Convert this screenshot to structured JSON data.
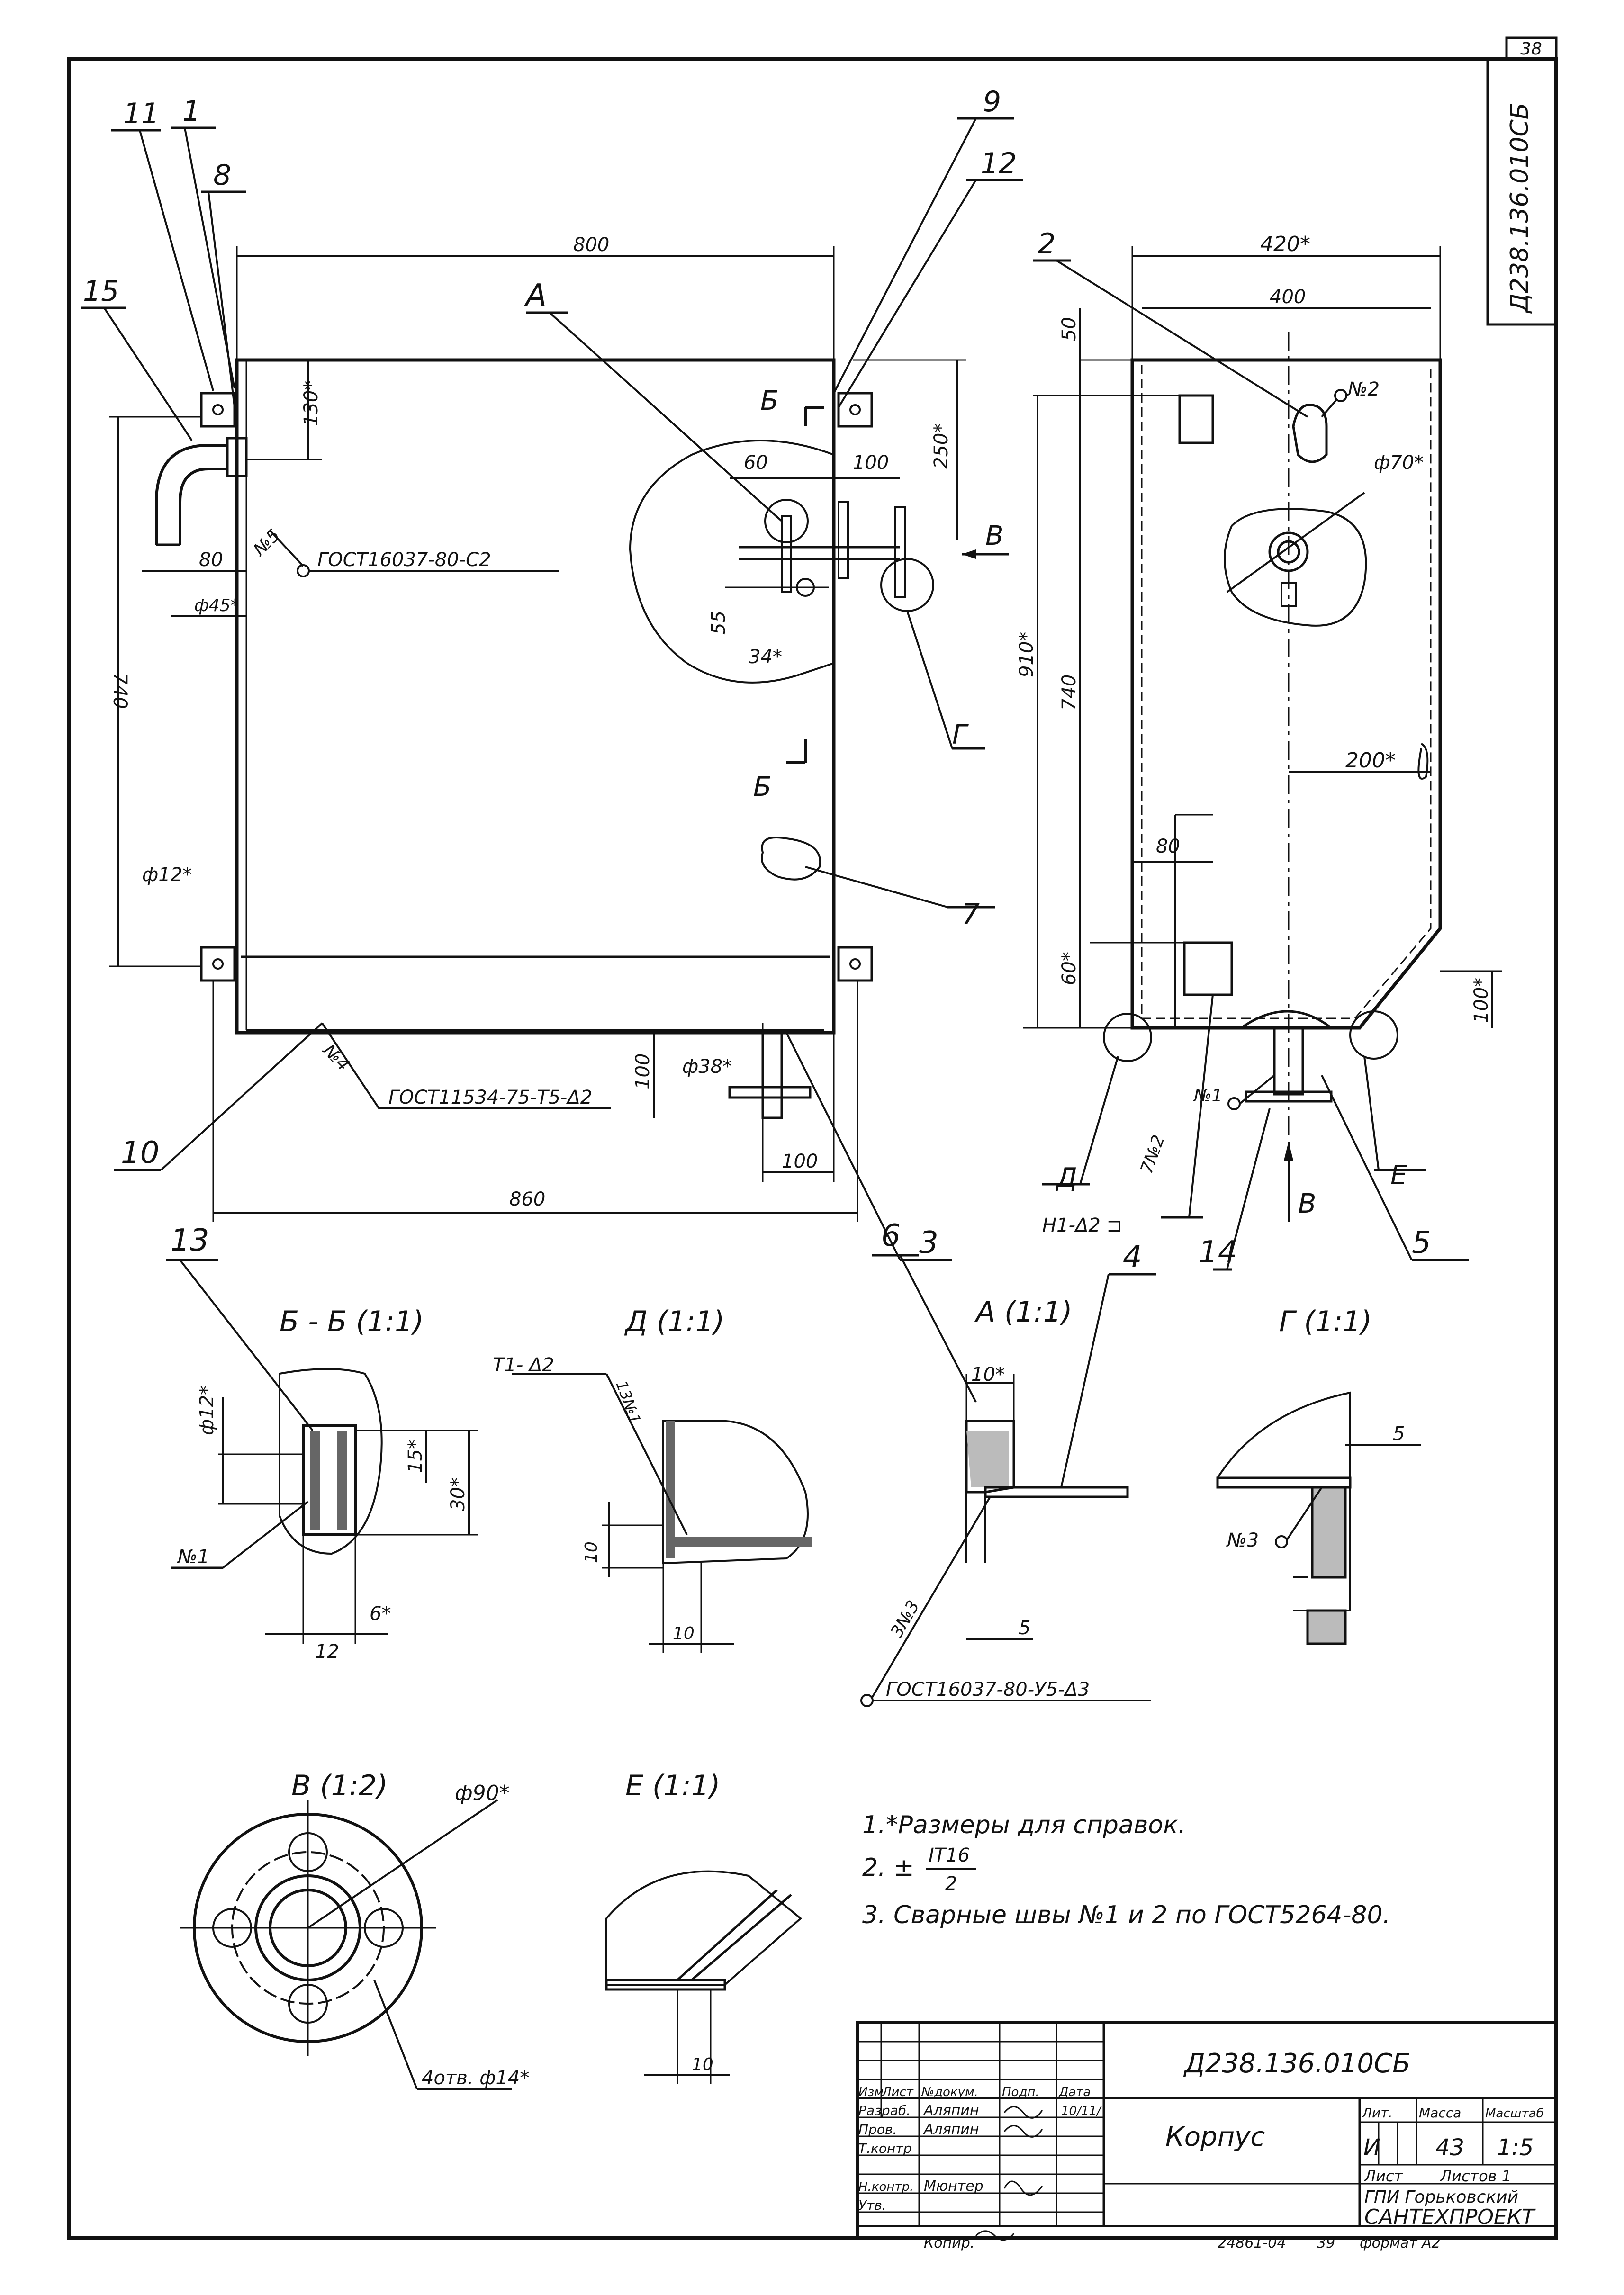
{
  "sheet": {
    "page_number": "38",
    "doc_code_vertical": "Д238.136.010СБ"
  },
  "callouts": {
    "c1": "1",
    "c2": "2",
    "c3": "3",
    "c4": "4",
    "c5": "5",
    "c6": "6",
    "c7": "7",
    "c8": "8",
    "c9": "9",
    "c10": "10",
    "c11": "11",
    "c12": "12",
    "c13": "13",
    "c14": "14",
    "c15": "15"
  },
  "front_view": {
    "dim_width": "800",
    "dim_overall": "860",
    "dim_130": "130*",
    "dim_250": "250*",
    "dim_60": "60",
    "dim_100_top": "100",
    "dim_55": "55",
    "dim_34": "34*",
    "dim_740": "740",
    "dim_80": "80",
    "dim_d45": "ф45*",
    "dim_d12": "ф12*",
    "dim_d38": "ф38*",
    "dim_100_pipe": "100",
    "dim_100_bottom": "100",
    "weld5": "№5",
    "weld5_std": "ГОСТ16037-80-С2",
    "weld4": "№4",
    "weld4_std": "ГОСТ11534-75-Т5-Δ2",
    "label_A": "А",
    "label_B": "Б",
    "label_B2": "Б",
    "label_V": "В",
    "label_G": "Г"
  },
  "side_view": {
    "dim_420": "420*",
    "dim_400": "400",
    "dim_50": "50",
    "dim_910": "910*",
    "dim_740": "740",
    "dim_80": "80",
    "dim_60": "60*",
    "dim_200": "200*",
    "dim_100": "100*",
    "dim_d70": "ф70*",
    "weld2": "№2",
    "weld1": "№1",
    "weld2b": "7№2",
    "label_D": "Д",
    "label_E": "Е",
    "label_V": "В",
    "weld_std": "Н1-Δ2 ⊐"
  },
  "sections": {
    "bb_title": "Б - Б (1:1)",
    "bb_d12": "ф12*",
    "bb_15": "15*",
    "bb_30": "30*",
    "bb_weld": "№1",
    "bb_12": "12",
    "bb_6": "6*",
    "d_title": "Д (1:1)",
    "d_weld": "Т1- Δ2",
    "d_weld2": "13№1",
    "d_10a": "10",
    "d_10b": "10",
    "a_title": "А (1:1)",
    "a_10": "10*",
    "a_5": "5",
    "a_weld": "3№3",
    "a_std": "ГОСТ16037-80-У5-Δ3",
    "g_title": "Г (1:1)",
    "g_5": "5",
    "g_weld": "№3",
    "v_title": "В (1:2)",
    "v_d90": "ф90*",
    "v_holes": "4отв. ф14*",
    "e_title": "Е (1:1)",
    "e_10": "10"
  },
  "notes": {
    "n1": "1.*Размеры  для  справок.",
    "n2_prefix": "2. ±",
    "n2_num": "IT16",
    "n2_den": "2",
    "n3": "3. Сварные  швы  №1 и 2 по ГОСТ5264-80."
  },
  "title_block": {
    "code": "Д238.136.010СБ",
    "name": "Корпус",
    "col_izm": "Изм",
    "col_list": "Лист",
    "col_doc": "№докум.",
    "col_sign": "Подп.",
    "col_date": "Дата",
    "role_razrab": "Разраб.",
    "role_prov": "Пров.",
    "role_tkontr": "Т.контр",
    "role_nkontr": "Н.контр.",
    "role_utv": "Утв.",
    "razrab_name": "Аляпин",
    "prov_name": "Аляпин",
    "nkontr_name": "Мюнтер",
    "date": "10/11/",
    "lit_h": "Лит.",
    "mass_h": "Масса",
    "scale_h": "Масштаб",
    "lit": "И",
    "mass": "43",
    "scale": "1:5",
    "sheet_h": "Лист",
    "sheets_h": "Листов 1",
    "org1": "ГПИ Горьковский",
    "org2": "САНТЕХПРОЕКТ",
    "kopir": "Копир.",
    "footer_num": "24861-04",
    "footer_sheet": "39",
    "format": "формат А2"
  }
}
